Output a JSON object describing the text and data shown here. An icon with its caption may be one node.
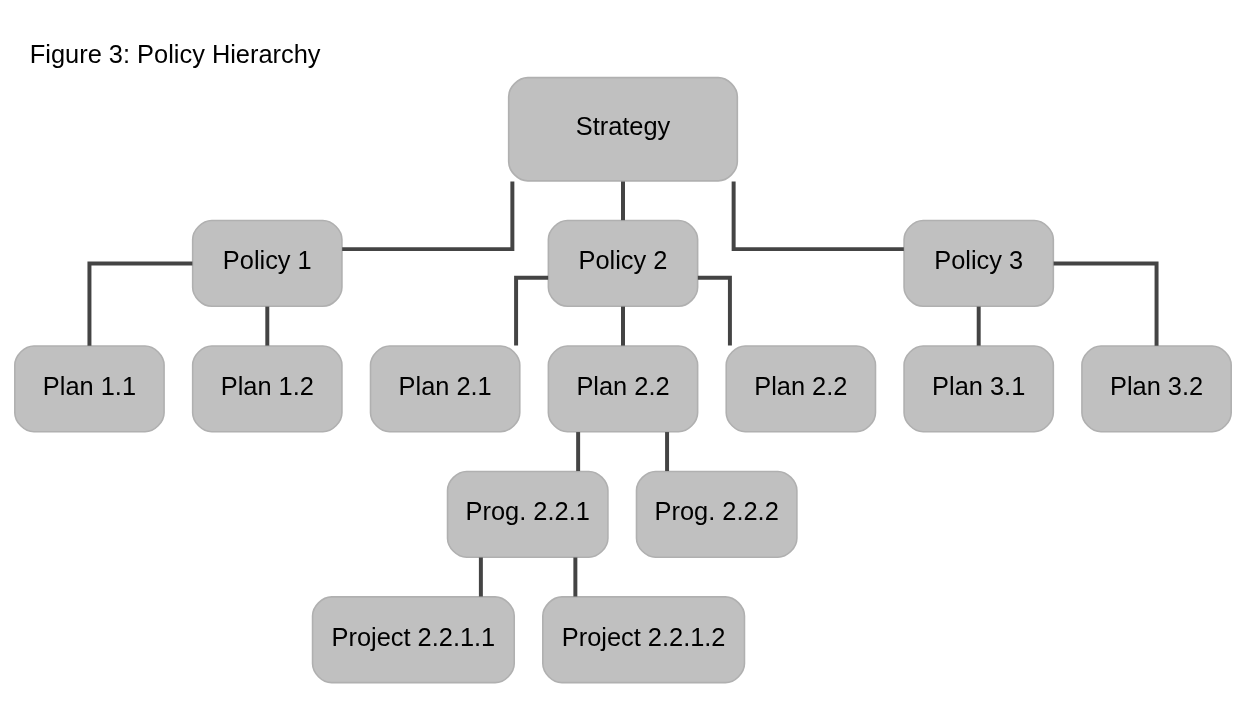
{
  "diagram": {
    "title": "Figure 3: Policy Hierarchy",
    "nodes": [
      {
        "text": [
          "Strategy"
        ]
      },
      {
        "text": [
          "Policy 1"
        ]
      },
      {
        "text": [
          "Policy 2"
        ]
      },
      {
        "text": [
          "Policy 3"
        ]
      },
      {
        "text": [
          "Plan 1.1"
        ]
      },
      {
        "text": [
          "Plan 1.2"
        ]
      },
      {
        "text": [
          "Plan 2.1"
        ]
      },
      {
        "text": [
          "Plan 2.2"
        ]
      },
      {
        "text": [
          "Plan 2.2"
        ]
      },
      {
        "text": [
          "Plan 3.1"
        ]
      },
      {
        "text": [
          "Plan 3.2"
        ]
      },
      {
        "text": [
          "Prog. 2.2.1"
        ]
      },
      {
        "text": [
          "Prog. 2.2.2"
        ]
      },
      {
        "text": [
          "Project 2.2.1.1"
        ]
      },
      {
        "text": [
          "Project 2.2.1.2"
        ]
      }
    ],
    "edges": [
      {
        "from": 0,
        "to": 1,
        "arrow": "none"
      },
      {
        "from": 0,
        "to": 2,
        "arrow": "none"
      },
      {
        "from": 0,
        "to": 3,
        "arrow": "none"
      },
      {
        "from": 1,
        "to": 4,
        "arrow": "none"
      },
      {
        "from": 1,
        "to": 5,
        "arrow": "none"
      },
      {
        "from": 2,
        "to": 6,
        "arrow": "none"
      },
      {
        "from": 2,
        "to": 7,
        "arrow": "none"
      },
      {
        "from": 2,
        "to": 8,
        "arrow": "none"
      },
      {
        "from": 3,
        "to": 9,
        "arrow": "none"
      },
      {
        "from": 3,
        "to": 10,
        "arrow": "none"
      },
      {
        "from": 7,
        "to": 11,
        "arrow": "none"
      },
      {
        "from": 7,
        "to": 12,
        "arrow": "none"
      },
      {
        "from": 11,
        "to": 13,
        "arrow": "none"
      },
      {
        "from": 11,
        "to": 14,
        "arrow": "none"
      }
    ]
  }
}
